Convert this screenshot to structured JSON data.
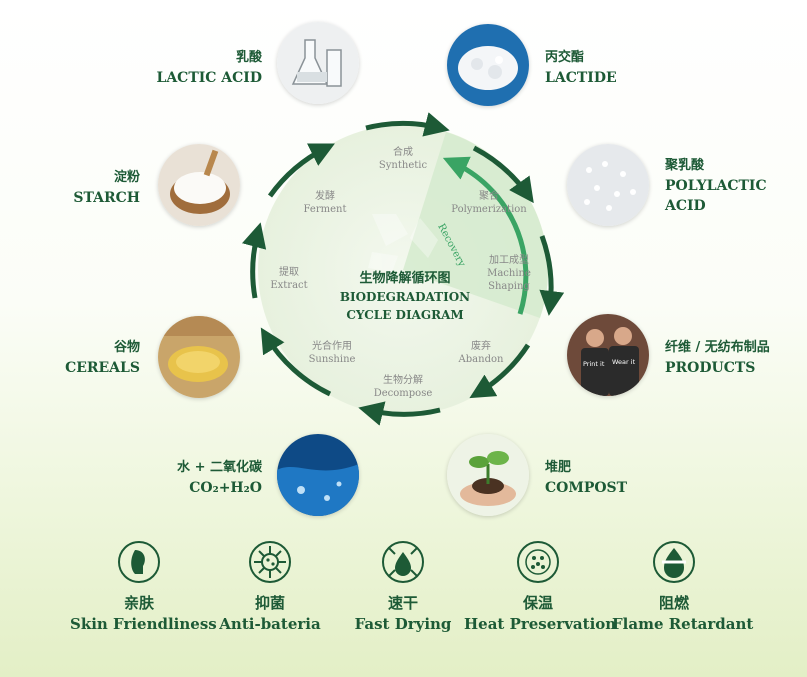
{
  "center": {
    "title_zh": "生物降解循环图",
    "title_en_1": "BIODEGRADATION",
    "title_en_2": "CYCLE DIAGRAM"
  },
  "nodes": {
    "lactic_acid": {
      "zh": "乳酸",
      "en": "LACTIC ACID"
    },
    "lactide": {
      "zh": "丙交酯",
      "en": "LACTIDE"
    },
    "starch": {
      "zh": "淀粉",
      "en": "STARCH"
    },
    "polylactic": {
      "zh": "聚乳酸",
      "en_1": "POLYLACTIC",
      "en_2": "ACID"
    },
    "cereals": {
      "zh": "谷物",
      "en": "CEREALS"
    },
    "products": {
      "zh": "纤维 / 无纺布制品",
      "en": "PRODUCTS"
    },
    "co2": {
      "zh": "水 + 二氧化碳",
      "en": "CO₂+H₂O"
    },
    "compost": {
      "zh": "堆肥",
      "en": "COMPOST"
    }
  },
  "steps": {
    "synthetic": {
      "zh": "合成",
      "en": "Synthetic"
    },
    "ferment": {
      "zh": "发酵",
      "en": "Ferment"
    },
    "polymerization": {
      "zh": "聚合",
      "en": "Polymerization"
    },
    "extract": {
      "zh": "提取",
      "en": "Extract"
    },
    "machine": {
      "zh": "加工成型",
      "en_1": "Machine",
      "en_2": "Shaping"
    },
    "sunshine": {
      "zh": "光合作用",
      "en": "Sunshine"
    },
    "abandon": {
      "zh": "废弃",
      "en": "Abandon"
    },
    "decompose": {
      "zh": "生物分解",
      "en": "Decompose"
    },
    "recovery": "Recovery"
  },
  "tshirt_text": [
    "Print it",
    "Wear it"
  ],
  "features": [
    {
      "zh": "亲肤",
      "en": "Skin Friendliness",
      "icon": "skin-friendliness-icon"
    },
    {
      "zh": "抑菌",
      "en": "Anti-bateria",
      "icon": "anti-bacteria-icon"
    },
    {
      "zh": "速干",
      "en": "Fast Drying",
      "icon": "fast-drying-icon"
    },
    {
      "zh": "保温",
      "en": "Heat Preservation",
      "icon": "heat-preservation-icon"
    },
    {
      "zh": "阻燃",
      "en": "Flame Retardant",
      "icon": "flame-retardant-icon"
    }
  ],
  "colors": {
    "primary": "#1d5a36",
    "recovery": "#3aa464",
    "muted": "#888888"
  }
}
